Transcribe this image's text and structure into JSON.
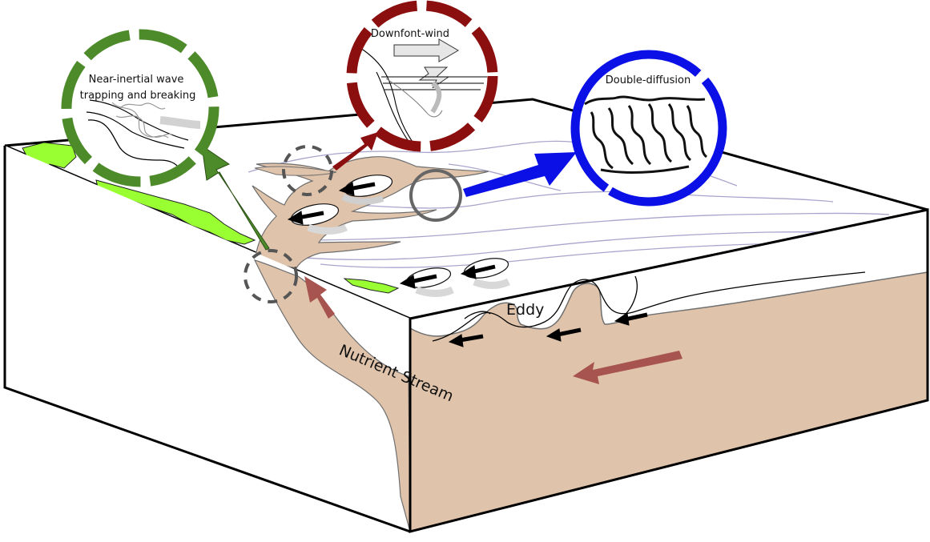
{
  "labels": {
    "near_inertial": [
      "Near-inertial wave",
      "trapping and breaking"
    ],
    "downfront": "Downfont-wind",
    "double_diffusion": "Double-diffusion",
    "eddy": "Eddy",
    "nutrient_stream": "Nutrient Stream"
  },
  "colors": {
    "stream_fill": "#dfc3ab",
    "land": "#99ff33",
    "callout_green": "#4d8a2a",
    "callout_red": "#8b0f0f",
    "callout_blue": "#0a10e6",
    "flow_arrow": "#a7534f",
    "contour": "#a9a4cc",
    "dashed_circle": "#555555"
  },
  "icons": [
    "black-flow-arrow",
    "red-flow-arrow",
    "callout-arrow"
  ]
}
